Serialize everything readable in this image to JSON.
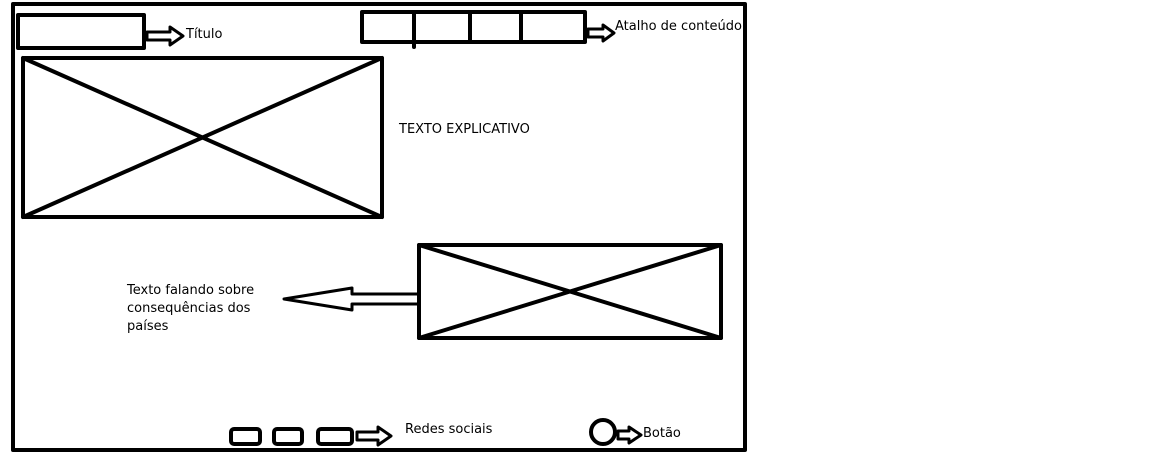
{
  "labels": {
    "title": "Título",
    "content_shortcut": "Atalho de conteúdo",
    "explanatory_text": "TEXTO EXPLICATIVO",
    "consequences_text": "Texto falando sobre\nconsequências dos\npaíses",
    "social_networks": "Redes sociais",
    "button": "Botão"
  },
  "colors": {
    "stroke": "#000000",
    "background": "#ffffff"
  }
}
